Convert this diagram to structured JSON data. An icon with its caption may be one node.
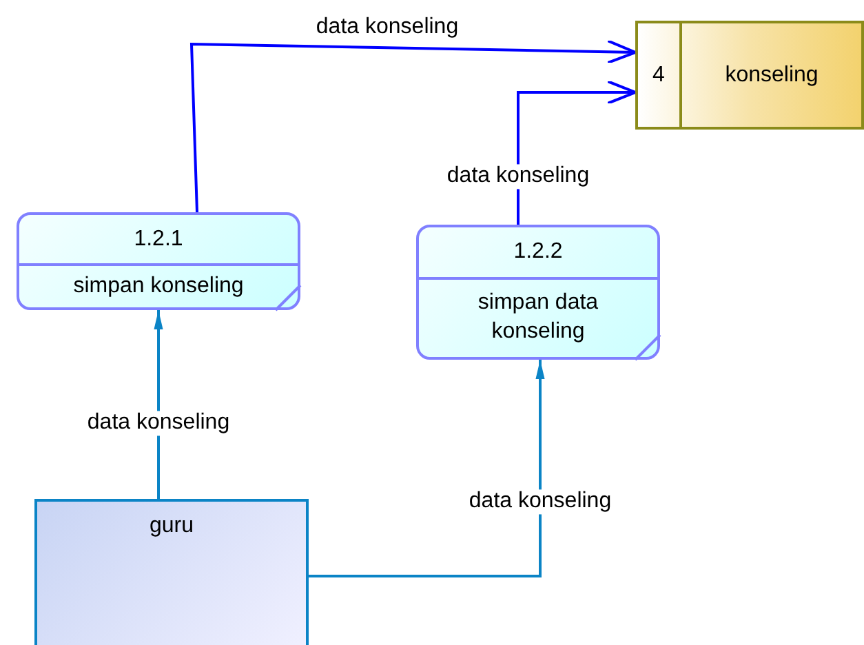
{
  "diagram": {
    "nodes": [
      {
        "text": [
          "4",
          "konseling"
        ]
      },
      {
        "text": [
          "1.2.1",
          "simpan konseling"
        ]
      },
      {
        "text": [
          "1.2.2",
          "simpan data konseling"
        ]
      },
      {
        "text": [
          "guru"
        ]
      }
    ],
    "edges": [
      {
        "from": 1,
        "to": 0,
        "arrow": "to",
        "label": "data konseling",
        "color": "#0000ff"
      },
      {
        "from": 2,
        "to": 0,
        "arrow": "to",
        "label": "data konseling",
        "color": "#0000ff"
      },
      {
        "from": 3,
        "to": 1,
        "arrow": "to",
        "label": "data konseling",
        "color": "#0b84c6"
      },
      {
        "from": 3,
        "to": 2,
        "arrow": "to",
        "label": "data konseling",
        "color": "#0b84c6"
      }
    ]
  }
}
